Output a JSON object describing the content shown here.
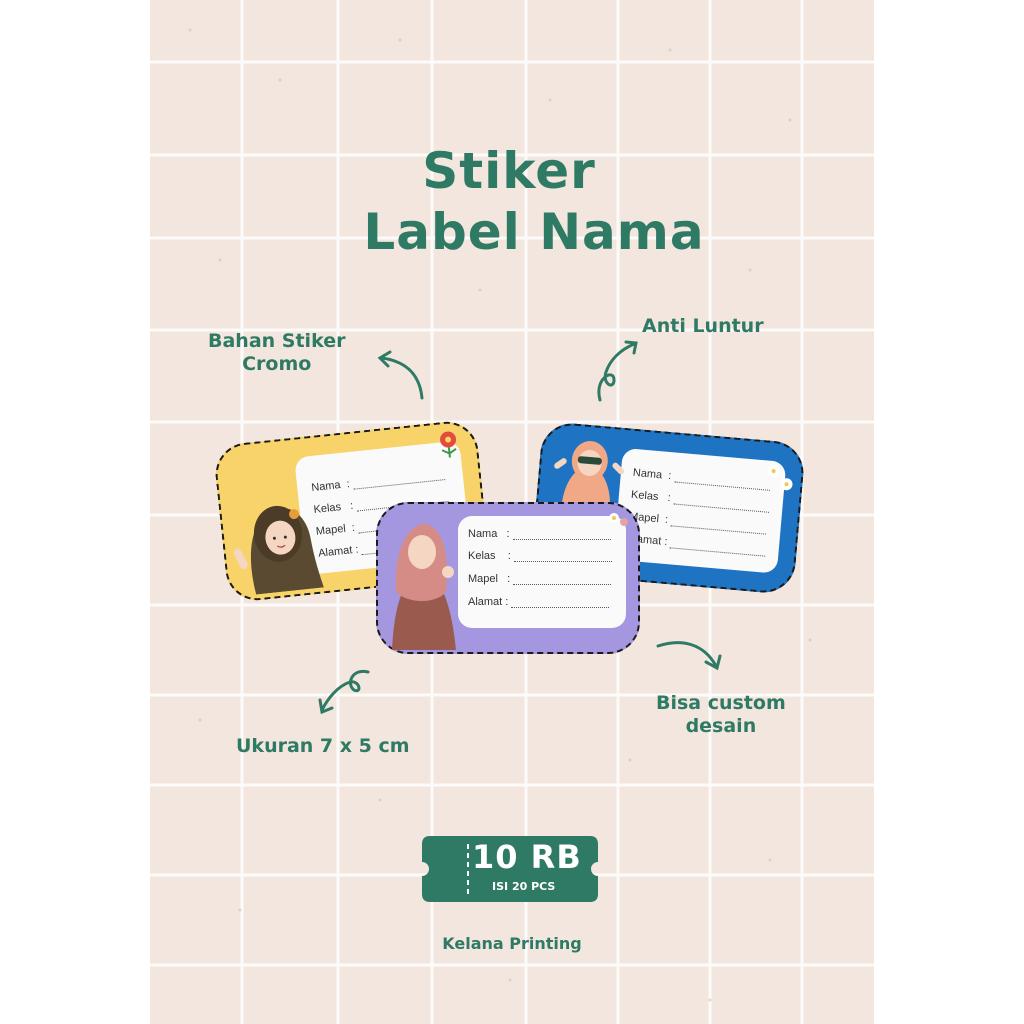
{
  "title": {
    "line1": "Stiker",
    "line2": "Label Nama"
  },
  "notes": {
    "material": "Bahan Stiker\nCromo",
    "fade": "Anti Luntur",
    "size": "Ukuran 7 x 5 cm",
    "custom": "Bisa custom\ndesain"
  },
  "label_fields": [
    "Nama",
    "Kelas",
    "Mapel",
    "Alamat"
  ],
  "price": {
    "main": "10 RB",
    "sub": "ISI 20 PCS"
  },
  "brand": "Kelana Printing",
  "colors": {
    "background": "#f3e6df",
    "accent": "#2f7a64",
    "card_yellow": "#f7d36a",
    "card_blue": "#1f73c3",
    "card_purple": "#a596e0"
  }
}
